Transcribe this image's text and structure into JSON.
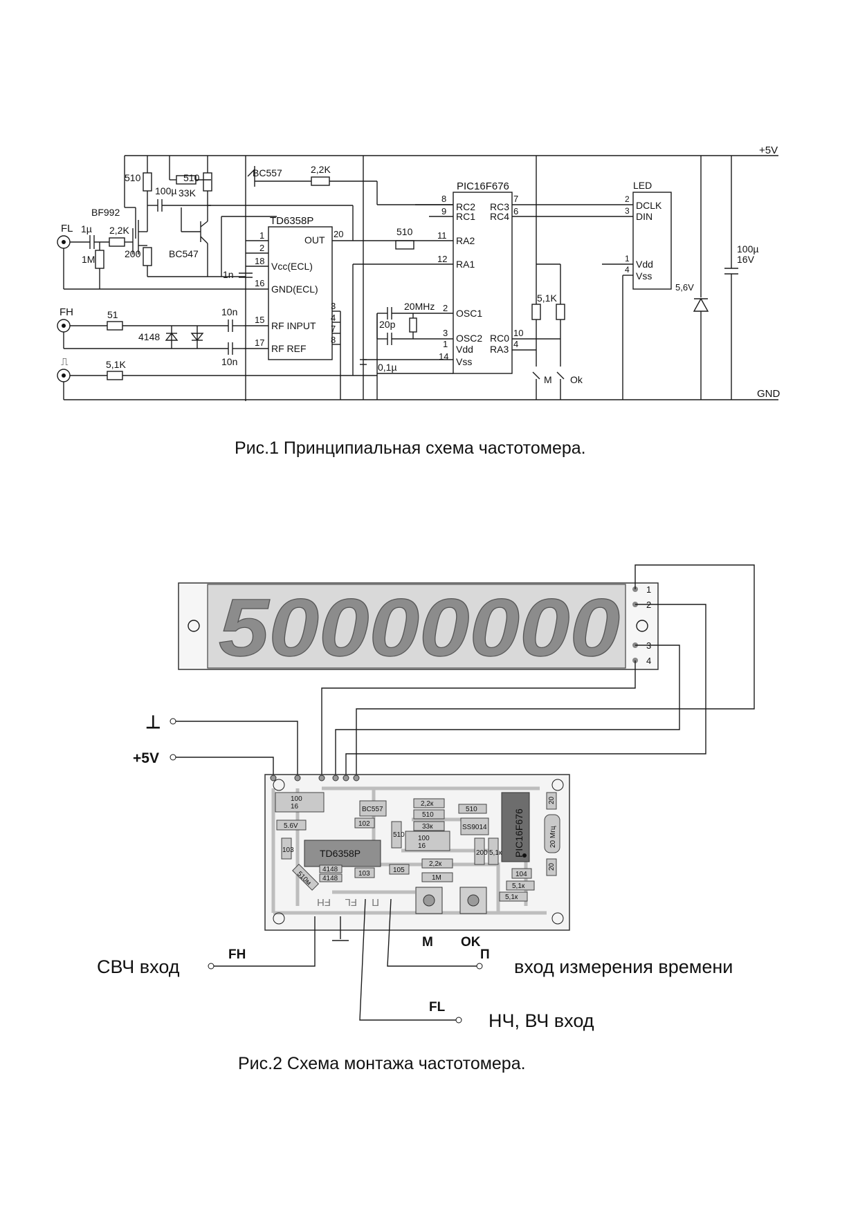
{
  "fig1": {
    "caption": "Рис.1 Принципиальная схема частотомера.",
    "rails": {
      "vcc": "+5V",
      "gnd": "GND"
    },
    "inputs": {
      "fl": "FL",
      "fh": "FH",
      "pulse": "⎍"
    },
    "components": {
      "r510a": "510",
      "r510b": "510",
      "c100u": "100µ",
      "r33k": "33K",
      "bf992": "BF992",
      "c1u": "1µ",
      "r22k_in": "2,2K",
      "r1m": "1M",
      "r200": "200",
      "bc547": "BC547",
      "bc557": "BC557",
      "r22k_top": "2,2K",
      "c1n": "1n",
      "r51": "51",
      "d4148": "4148",
      "c10n_a": "10n",
      "c10n_b": "10n",
      "r51k_in": "5,1K",
      "r510_out": "510",
      "xtal": "20MHz",
      "c20p": "20p",
      "c01u": "0,1µ",
      "r51k_a": "5,1K",
      "sw_m": "M",
      "sw_ok": "Ok",
      "zener": "5,6V",
      "c100u_16": "100µ",
      "c16v": "16V"
    },
    "ic_td": {
      "name": "TD6358P",
      "pins": [
        {
          "num": "1",
          "label": ""
        },
        {
          "num": "2",
          "label": ""
        },
        {
          "num": "18",
          "label": "Vcc(ECL)"
        },
        {
          "num": "16",
          "label": "GND(ECL)"
        },
        {
          "num": "15",
          "label": "RF INPUT"
        },
        {
          "num": "17",
          "label": "RF REF"
        },
        {
          "num": "20",
          "label": "OUT"
        },
        {
          "num": "3",
          "label": ""
        },
        {
          "num": "4",
          "label": ""
        },
        {
          "num": "7",
          "label": ""
        },
        {
          "num": "8",
          "label": ""
        }
      ]
    },
    "ic_pic": {
      "name": "PIC16F676",
      "left_pins": [
        {
          "num": "8",
          "label": "RC2"
        },
        {
          "num": "9",
          "label": "RC1"
        },
        {
          "num": "11",
          "label": "RA2"
        },
        {
          "num": "12",
          "label": "RA1"
        },
        {
          "num": "2",
          "label": "OSC1"
        },
        {
          "num": "3",
          "label": "OSC2"
        },
        {
          "num": "1",
          "label": "Vdd"
        },
        {
          "num": "14",
          "label": "Vss"
        }
      ],
      "right_pins": [
        {
          "num": "7",
          "label": "RC3"
        },
        {
          "num": "6",
          "label": "RC4"
        },
        {
          "num": "10",
          "label": "RC0"
        },
        {
          "num": "4",
          "label": "RA3"
        }
      ]
    },
    "led": {
      "name": "LED",
      "pins": [
        {
          "num": "2",
          "label": "DCLK"
        },
        {
          "num": "3",
          "label": "DIN"
        },
        {
          "num": "1",
          "label": "Vdd"
        },
        {
          "num": "4",
          "label": "Vss"
        }
      ]
    }
  },
  "fig2": {
    "caption": "Рис.2 Схема монтажа частотомера.",
    "display_value": "50000000",
    "display_pins": [
      "1",
      "2",
      "3",
      "4"
    ],
    "left_labels": {
      "gnd": "⊥",
      "vcc": "+5V"
    },
    "buttons": [
      "M",
      "OK"
    ],
    "inputs": [
      {
        "tag": "FH",
        "label": "СВЧ вход"
      },
      {
        "tag": "П",
        "label": "вход измерения времени"
      },
      {
        "tag": "FL",
        "label": "НЧ, ВЧ вход"
      }
    ],
    "pcb_parts": {
      "c100_16_a": "100\n16",
      "zener": "5.6V",
      "ic_td": "TD6358P",
      "bc557": "BC557",
      "ss9014": "SS9014",
      "r22k_a": "2,2к",
      "r510_a": "510",
      "r33k": "33к",
      "r510_b": "510",
      "r510_c": "510",
      "c100_16_b": "100\n16",
      "r22k_b": "2,2к",
      "r1m": "1М",
      "c102": "102",
      "c103_a": "103",
      "c103_b": "103",
      "c105": "105",
      "r200": "200",
      "r51k_a": "5,1к",
      "r51k_b": "5,1к",
      "r51k_c": "5,1к",
      "c104": "104",
      "d4148_a": "4148",
      "d4148_b": "4148",
      "r510m": "510м",
      "pic": "PIC16F676",
      "xtal": "20 Мгц",
      "c20_a": "20",
      "c20_b": "20"
    },
    "silkscreen": {
      "fh": "FH",
      "fl": "FL",
      "p": "П"
    }
  }
}
